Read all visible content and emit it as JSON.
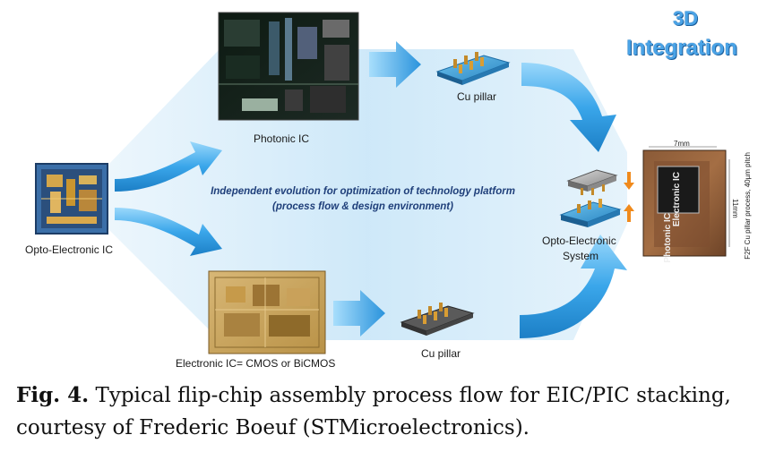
{
  "title": {
    "line1": "3D",
    "line2": "Integration",
    "color": "#4aa3e6"
  },
  "labels": {
    "photonic_ic": "Photonic IC",
    "opto_electronic_ic": "Opto-Electronic IC",
    "electronic_ic": "Electronic IC= CMOS or BiCMOS",
    "cu_pillar_top": "Cu pillar",
    "cu_pillar_bottom": "Cu pillar",
    "opto_system_line1": "Opto-Electronic",
    "opto_system_line2": "System"
  },
  "center_text": {
    "line1": "Independent evolution for optimization of technology platform",
    "line2": "(process flow & design environment)"
  },
  "die_photo": {
    "width_label": "7mm",
    "height_label": "11mm",
    "electronic_label": "Electronic IC",
    "photonic_label": "Photonic IC",
    "side_note": "F2F Cu pillar process, 40µm pitch"
  },
  "caption": {
    "fig_label": "Fig. 4.",
    "text": " Typical flip-chip assembly process flow for EIC/PIC stacking, courtesy of Frederic Boeuf (STMicroelectronics)."
  },
  "colors": {
    "arrow": "#2f9be0",
    "arrow_light": "#8fd0f5",
    "background_glow": "#cfe8f8",
    "text_blue": "#1f3f7a"
  }
}
